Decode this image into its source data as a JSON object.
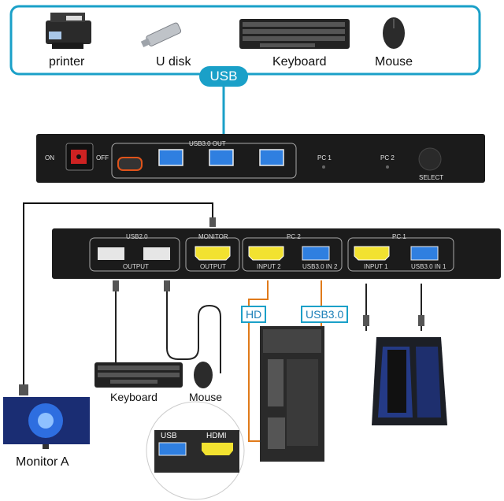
{
  "peripherals": {
    "printer": "printer",
    "udisk": "U disk",
    "keyboard": "Keyboard",
    "mouse": "Mouse"
  },
  "usb_badge": "USB",
  "top_panel": {
    "on": "ON",
    "off": "OFF",
    "usb_out": "USB3.0 OUT",
    "pc1": "PC 1",
    "pc2": "PC 2",
    "select": "SELECT"
  },
  "back_panel": {
    "usb20": "USB2.0",
    "monitor": "MONITOR",
    "pc2": "PC 2",
    "pc1": "PC 1",
    "output1": "OUTPUT",
    "output2": "OUTPUT",
    "input2": "INPUT 2",
    "usbin2": "USB3.0 IN 2",
    "input1": "INPUT 1",
    "usbin1": "USB3.0 IN 1"
  },
  "tags": {
    "hd": "HD",
    "usb30": "USB3.0"
  },
  "bottom_labels": {
    "keyboard": "Keyboard",
    "mouse": "Mouse",
    "monitor": "Monitor A"
  },
  "inset": {
    "usb": "USB",
    "hdmi": "HDMI"
  },
  "colors": {
    "accent": "#1aa0c8",
    "device_body": "#1b1b1b",
    "usb3_port": "#2f7fe0",
    "hdmi_port": "#f2e230",
    "cable_orange": "#e07a1a"
  }
}
